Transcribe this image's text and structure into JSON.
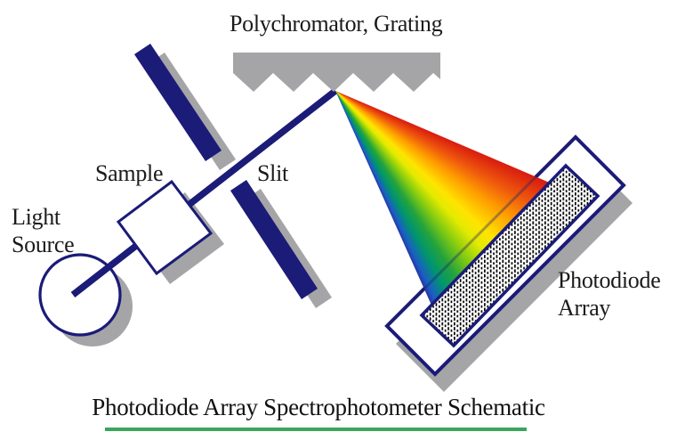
{
  "title": {
    "text": "Photodiode Array Spectrophotometer Schematic"
  },
  "labels": {
    "polychromator": "Polychromator, Grating",
    "sample": "Sample",
    "slit": "Slit",
    "light_source": "Light Source",
    "photodiode_array": "Photodiode Array"
  },
  "colors": {
    "navy": "#1b1b78",
    "shadow_gray": "#a5a5a7",
    "grating_gray": "#a5a5a7",
    "white": "#ffffff",
    "hatch_black": "#000000",
    "underline_green": "#3aa55c",
    "text_black": "#1b1b1b",
    "background": "#ffffff"
  },
  "spectrum_colors": [
    "#d81910",
    "#ef5a0c",
    "#ff9e00",
    "#ffe400",
    "#e3ea00",
    "#86cc10",
    "#24a33c",
    "#00956e",
    "#1a5ec4",
    "#2b2b9c"
  ]
}
